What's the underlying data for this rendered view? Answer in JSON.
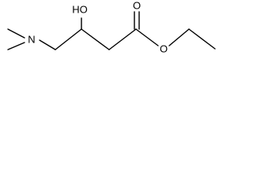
{
  "molecule": {
    "labels": {
      "nitrogen": "N",
      "hydroxyl": "HO",
      "carbonyl_oxygen": "O",
      "ester_oxygen": "O"
    }
  }
}
